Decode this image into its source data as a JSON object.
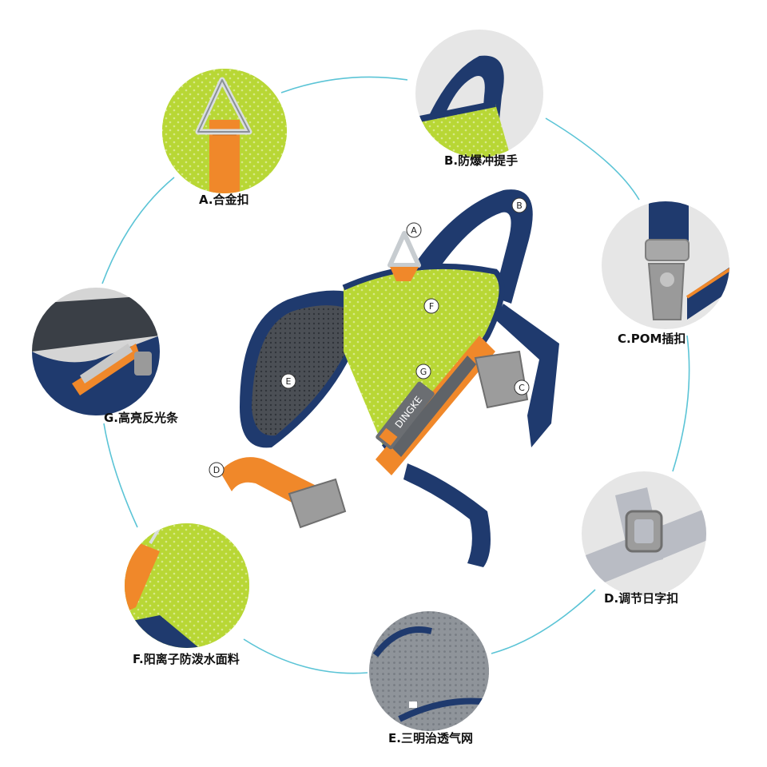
{
  "colors": {
    "ring": "#5bc4d6",
    "navy": "#1f3a6e",
    "lime": "#b8d735",
    "orange": "#f0882a",
    "grey_buckle": "#9a9a9a",
    "mesh": "#4a4a4a"
  },
  "product": {
    "brand_text": "DINGKE"
  },
  "features": [
    {
      "key": "A",
      "label": "A.合金扣"
    },
    {
      "key": "B",
      "label": "B.防爆冲提手"
    },
    {
      "key": "C",
      "label": "C.POM插扣"
    },
    {
      "key": "D",
      "label": "D.调节日字扣"
    },
    {
      "key": "E",
      "label": "E.三明治透气网"
    },
    {
      "key": "F",
      "label": "F.阳离子防泼水面料"
    },
    {
      "key": "G",
      "label": "G.高亮反光条"
    }
  ],
  "markers": [
    "A",
    "B",
    "C",
    "D",
    "E",
    "F",
    "G"
  ]
}
